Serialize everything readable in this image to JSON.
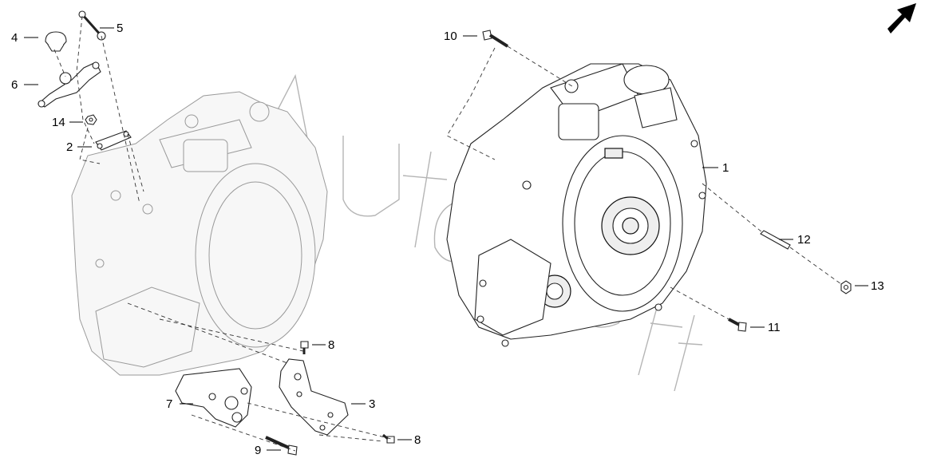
{
  "diagram": {
    "callouts": [
      {
        "id": "c1",
        "label": "1"
      },
      {
        "id": "c2",
        "label": "2"
      },
      {
        "id": "c3",
        "label": "3"
      },
      {
        "id": "c4",
        "label": "4"
      },
      {
        "id": "c5",
        "label": "5"
      },
      {
        "id": "c6",
        "label": "6"
      },
      {
        "id": "c7",
        "label": "7"
      },
      {
        "id": "c8a",
        "label": "8"
      },
      {
        "id": "c8b",
        "label": "8"
      },
      {
        "id": "c9",
        "label": "9"
      },
      {
        "id": "c10",
        "label": "10"
      },
      {
        "id": "c11",
        "label": "11"
      },
      {
        "id": "c12",
        "label": "12"
      },
      {
        "id": "c13",
        "label": "13"
      },
      {
        "id": "c14",
        "label": "14"
      }
    ],
    "orientation_icon": "front-arrow-icon",
    "watermark_icon": "autosoft-watermark-icon",
    "colors": {
      "line": "#000000",
      "ghost": "#9a9a9a",
      "background": "#ffffff"
    }
  }
}
